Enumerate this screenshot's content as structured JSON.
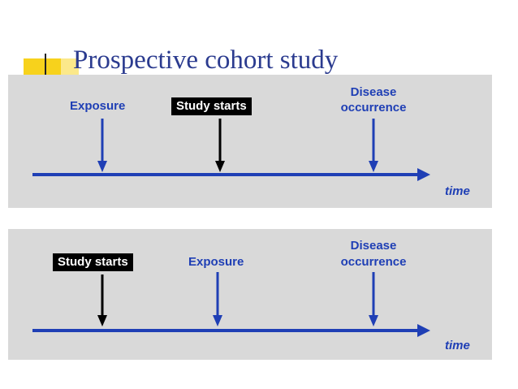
{
  "slide": {
    "title": "Prospective cohort study"
  },
  "colors": {
    "title": "#2b3b8f",
    "label": "#1f3fb5",
    "arrow_blue": "#1f3fb5",
    "arrow_black": "#000000",
    "panel": "#d9d9d9",
    "box_bg": "#000000",
    "box_text": "#ffffff"
  },
  "panels": [
    {
      "exposure": "Exposure",
      "study_starts": "Study starts",
      "disease_line1": "Disease",
      "disease_line2": "occurrence",
      "time": "time"
    },
    {
      "study_starts": "Study starts",
      "exposure": "Exposure",
      "disease_line1": "Disease",
      "disease_line2": "occurrence",
      "time": "time"
    }
  ]
}
